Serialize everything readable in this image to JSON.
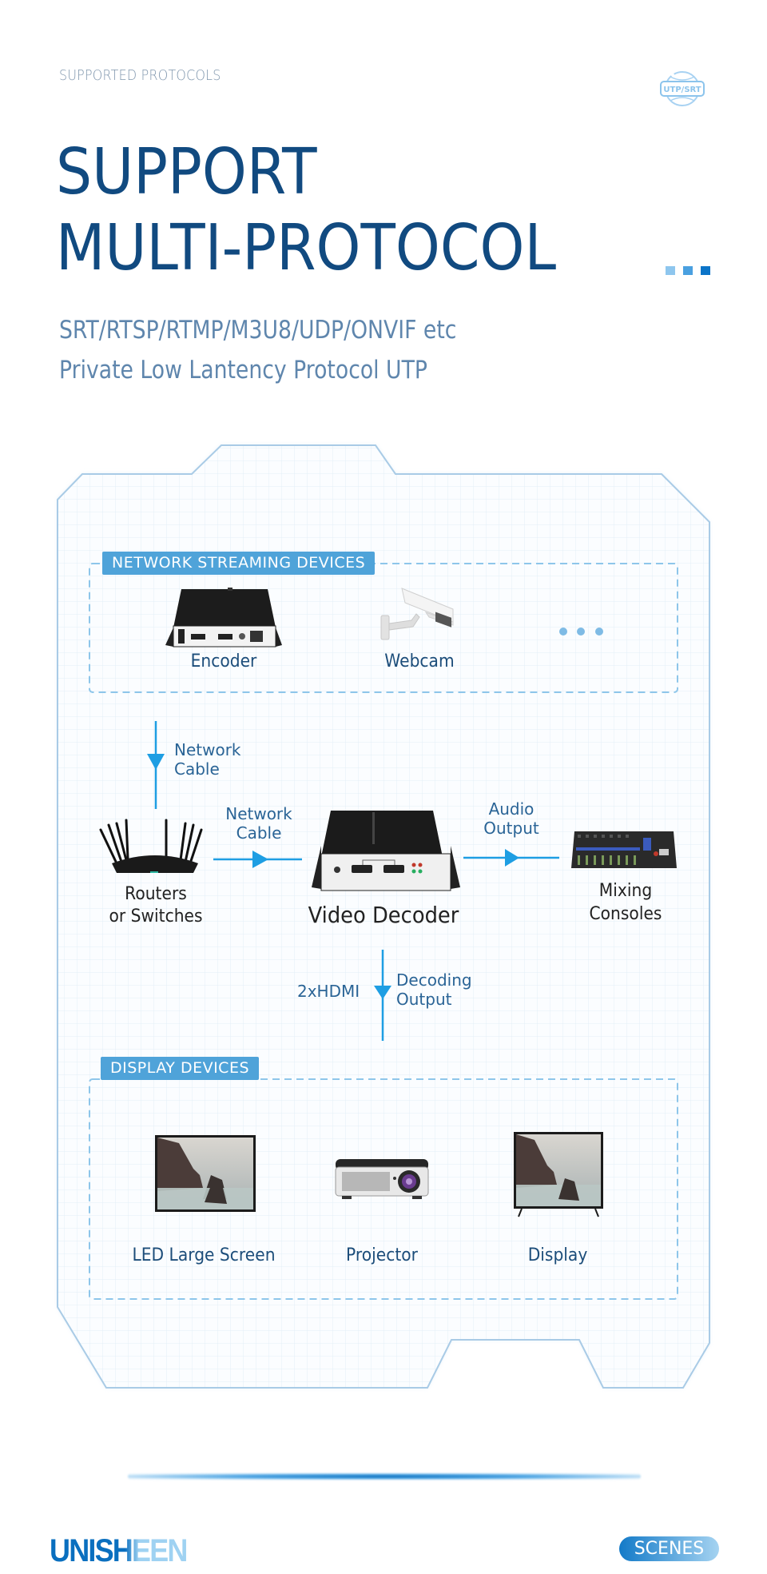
{
  "header": {
    "eyebrow": "SUPPORTED PROTOCOLS",
    "badge_icon": "globe-utp-srt-icon",
    "badge_text": "UTP/SRT",
    "title_line1": "SUPPORT",
    "title_line2": "MULTI-PROTOCOL",
    "protocols_line": "SRT/RTSP/RTMP/M3U8/UDP/ONVIF etc",
    "private_protocol_line": "Private Low Lantency Protocol UTP",
    "accent_squares": [
      "#8ec6ee",
      "#4aa0e0",
      "#0b74c8"
    ]
  },
  "diagram": {
    "source_group": {
      "label": "NETWORK STREAMING DEVICES",
      "devices": [
        {
          "name": "Encoder",
          "icon": "encoder-device-icon"
        },
        {
          "name": "Webcam",
          "icon": "webcam-icon"
        },
        {
          "name": "...",
          "icon": "more-ellipsis-icon"
        }
      ]
    },
    "link_source_to_router": {
      "line1": "Network",
      "line2": "Cable"
    },
    "router": {
      "line1": "Routers",
      "line2": "or Switches",
      "icon": "router-icon"
    },
    "link_router_to_decoder": {
      "line1": "Network",
      "line2": "Cable"
    },
    "decoder": {
      "name": "Video Decoder",
      "icon": "video-decoder-icon"
    },
    "link_decoder_to_mixer": {
      "line1": "Audio",
      "line2": "Output"
    },
    "mixer": {
      "line1": "Mixing",
      "line2": "Consoles",
      "icon": "mixing-console-icon"
    },
    "link_decoder_to_display": {
      "left": "2xHDMI",
      "line1": "Decoding",
      "line2": "Output"
    },
    "display_group": {
      "label": "DISPLAY DEVICES",
      "devices": [
        {
          "name": "LED Large Screen",
          "icon": "led-screen-icon"
        },
        {
          "name": "Projector",
          "icon": "projector-icon"
        },
        {
          "name": "Display",
          "icon": "tv-display-icon"
        }
      ]
    },
    "colors": {
      "arrow": "#1e9ee3",
      "frame": "#a9cbe6",
      "dashed": "#8ec6ea",
      "label_bg": "#4fa3d9"
    }
  },
  "footer": {
    "brand": "UNISHEEN",
    "section_badge": "SCENES"
  }
}
